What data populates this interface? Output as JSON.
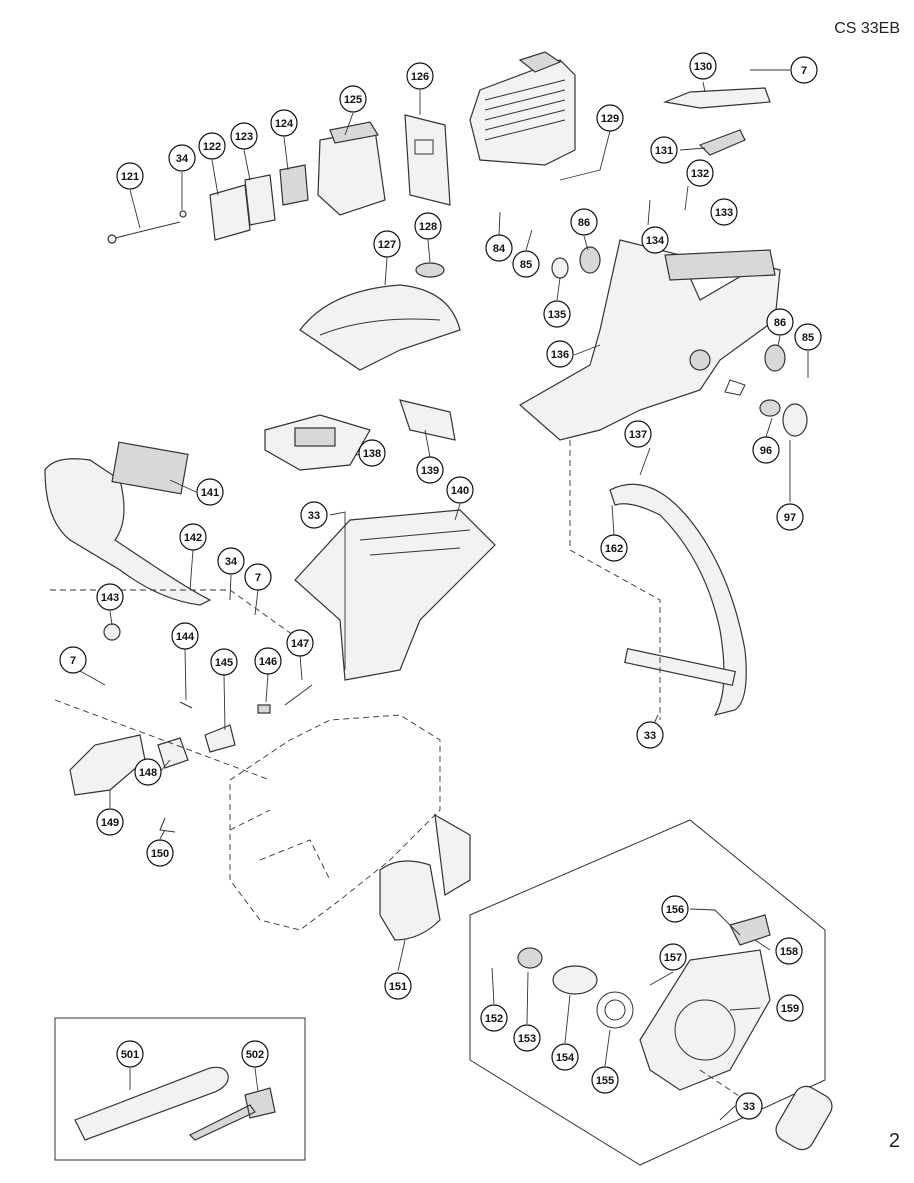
{
  "header": {
    "model": "CS 33EB"
  },
  "footer": {
    "page_number": "2"
  },
  "callouts": [
    {
      "id": "c7a",
      "label": "7"
    },
    {
      "id": "c121",
      "label": "121"
    },
    {
      "id": "c34a",
      "label": "34"
    },
    {
      "id": "c122",
      "label": "122"
    },
    {
      "id": "c123",
      "label": "123"
    },
    {
      "id": "c124",
      "label": "124"
    },
    {
      "id": "c125",
      "label": "125"
    },
    {
      "id": "c126",
      "label": "126"
    },
    {
      "id": "c127",
      "label": "127"
    },
    {
      "id": "c128",
      "label": "128"
    },
    {
      "id": "c129",
      "label": "129"
    },
    {
      "id": "c130",
      "label": "130"
    },
    {
      "id": "c131",
      "label": "131"
    },
    {
      "id": "c132",
      "label": "132"
    },
    {
      "id": "c133",
      "label": "133"
    },
    {
      "id": "c134",
      "label": "134"
    },
    {
      "id": "c84",
      "label": "84"
    },
    {
      "id": "c85a",
      "label": "85"
    },
    {
      "id": "c86a",
      "label": "86"
    },
    {
      "id": "c135",
      "label": "135"
    },
    {
      "id": "c136",
      "label": "136"
    },
    {
      "id": "c86b",
      "label": "86"
    },
    {
      "id": "c85b",
      "label": "85"
    },
    {
      "id": "c96",
      "label": "96"
    },
    {
      "id": "c97",
      "label": "97"
    },
    {
      "id": "c137",
      "label": "137"
    },
    {
      "id": "c162",
      "label": "162"
    },
    {
      "id": "c33a",
      "label": "33"
    },
    {
      "id": "c138",
      "label": "138"
    },
    {
      "id": "c139",
      "label": "139"
    },
    {
      "id": "c140",
      "label": "140"
    },
    {
      "id": "c33b",
      "label": "33"
    },
    {
      "id": "c141",
      "label": "141"
    },
    {
      "id": "c142",
      "label": "142"
    },
    {
      "id": "c34b",
      "label": "34"
    },
    {
      "id": "c7b",
      "label": "7"
    },
    {
      "id": "c143",
      "label": "143"
    },
    {
      "id": "c144",
      "label": "144"
    },
    {
      "id": "c145",
      "label": "145"
    },
    {
      "id": "c146",
      "label": "146"
    },
    {
      "id": "c147",
      "label": "147"
    },
    {
      "id": "c7c",
      "label": "7"
    },
    {
      "id": "c148",
      "label": "148"
    },
    {
      "id": "c149",
      "label": "149"
    },
    {
      "id": "c150",
      "label": "150"
    },
    {
      "id": "c151",
      "label": "151"
    },
    {
      "id": "c156",
      "label": "156"
    },
    {
      "id": "c157",
      "label": "157"
    },
    {
      "id": "c158",
      "label": "158"
    },
    {
      "id": "c159",
      "label": "159"
    },
    {
      "id": "c152",
      "label": "152"
    },
    {
      "id": "c153",
      "label": "153"
    },
    {
      "id": "c154",
      "label": "154"
    },
    {
      "id": "c155",
      "label": "155"
    },
    {
      "id": "c33c",
      "label": "33"
    },
    {
      "id": "c501",
      "label": "501"
    },
    {
      "id": "c502",
      "label": "502"
    }
  ]
}
